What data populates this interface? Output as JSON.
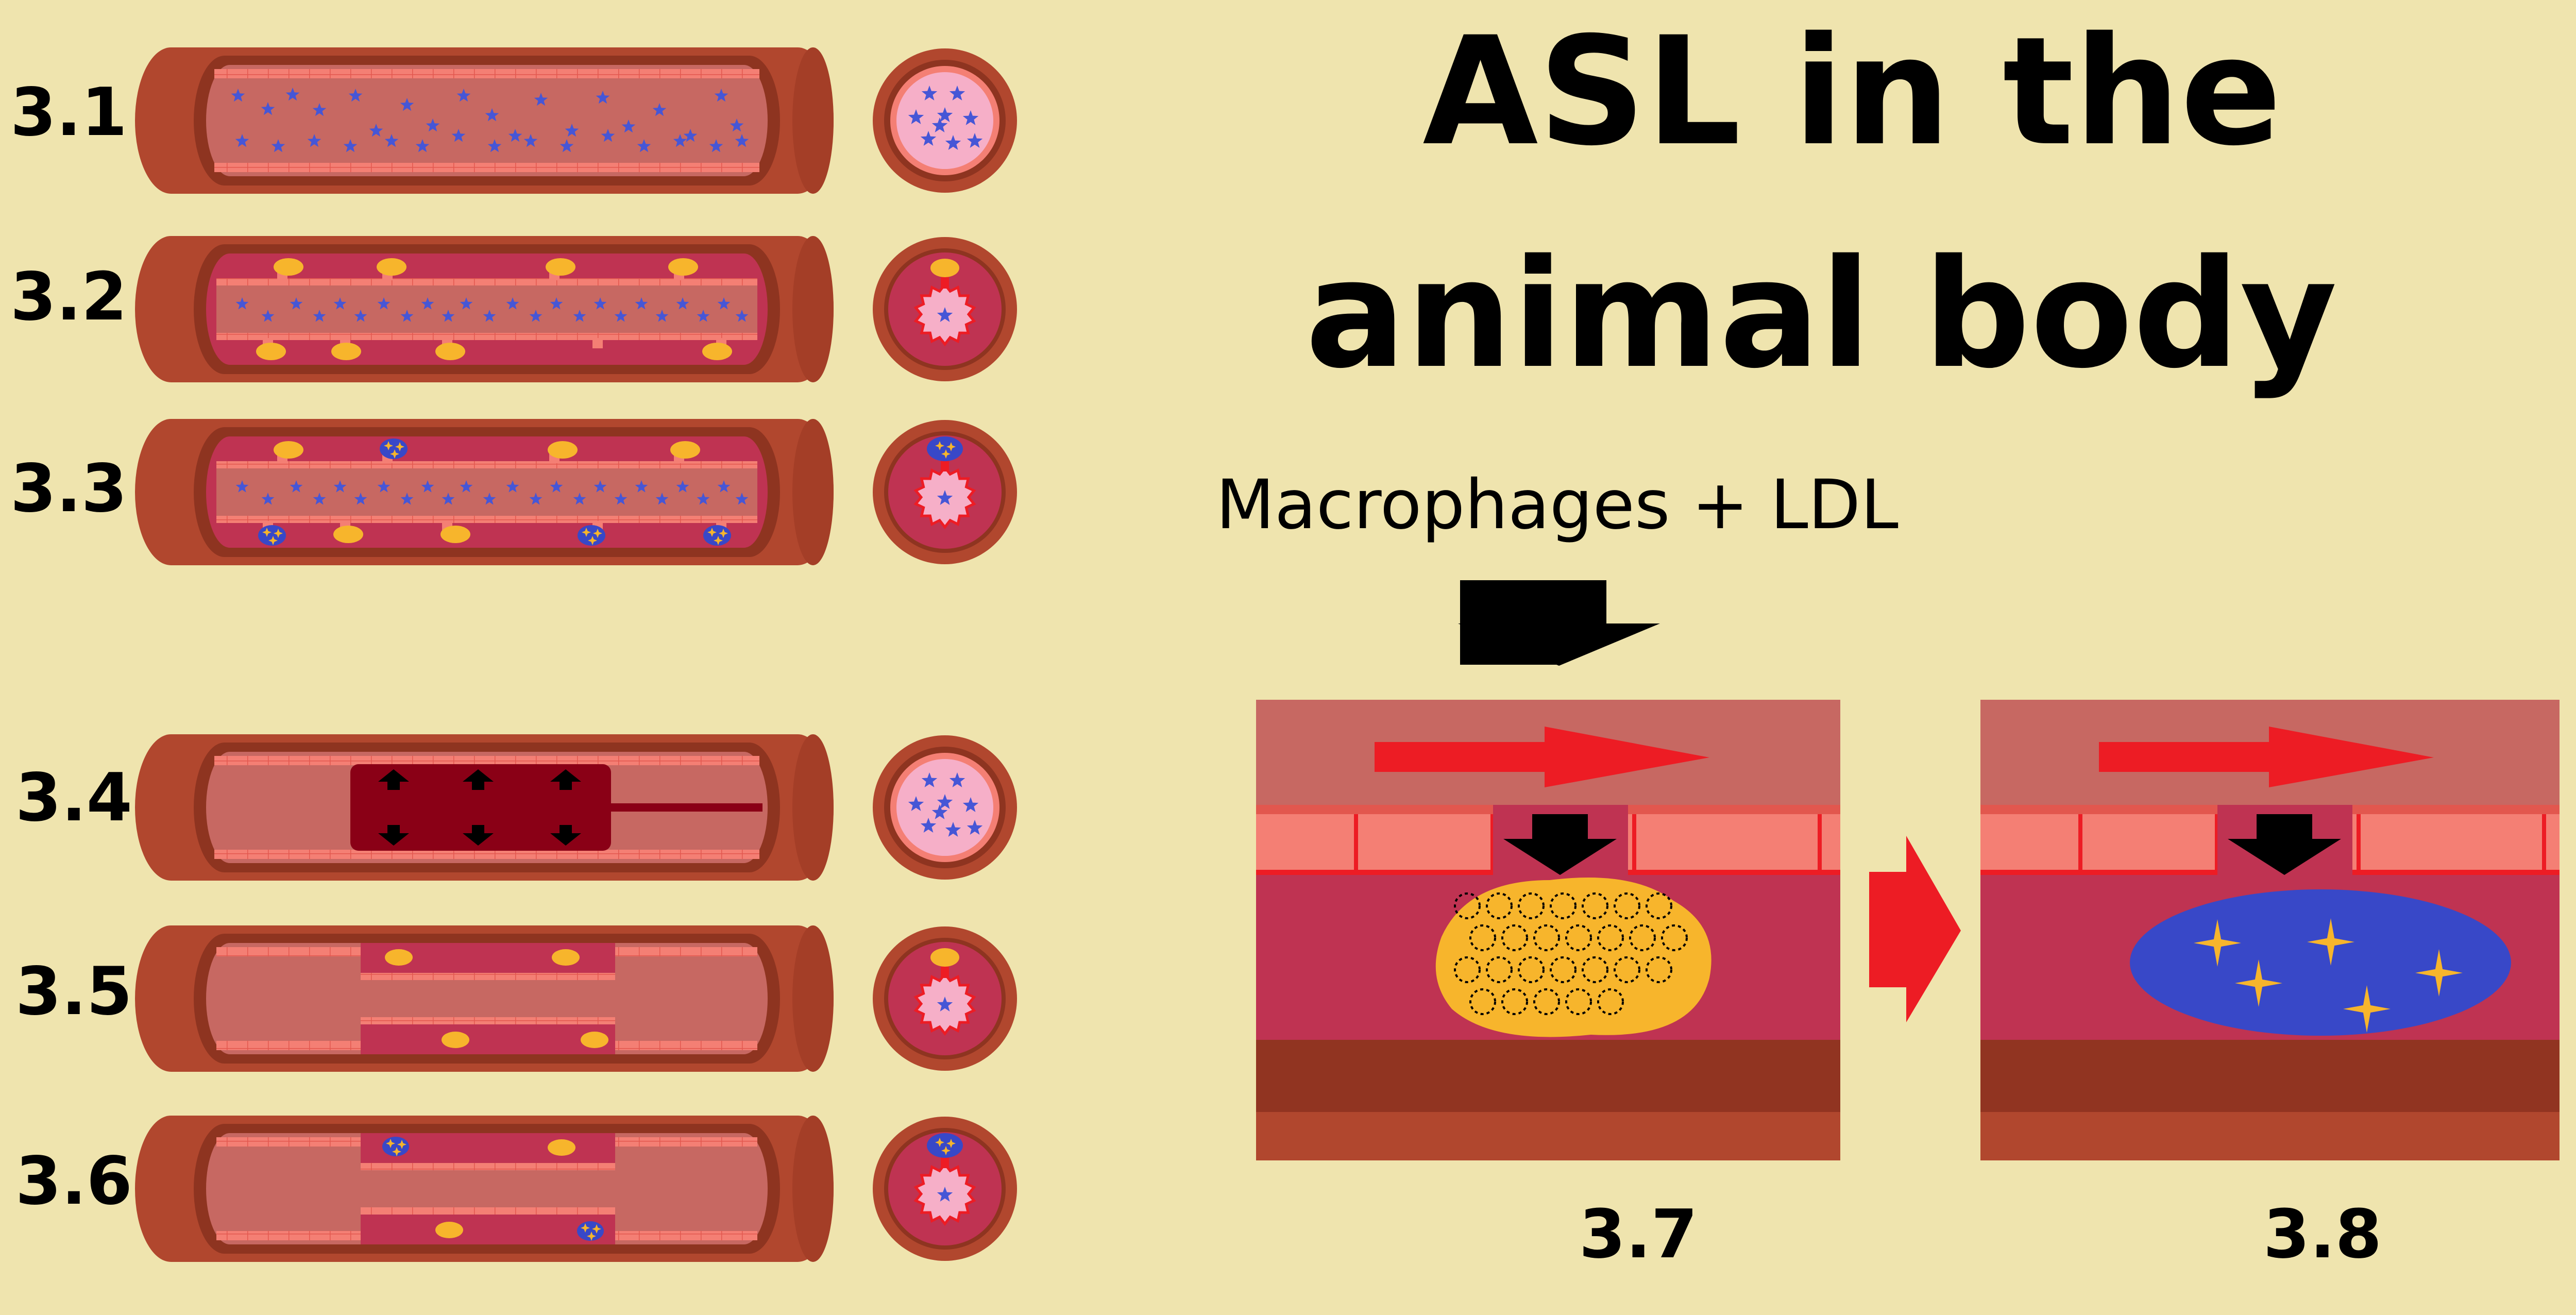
{
  "title": {
    "line1": "ASL in the",
    "line2": "animal body"
  },
  "subtitle": "Macrophages + LDL",
  "panels": [
    "3.1",
    "3.2",
    "3.3",
    "3.4",
    "3.5",
    "3.6"
  ],
  "figure_labels": {
    "left": "3.7",
    "right": "3.8"
  },
  "colors": {
    "background": "#EFE4AE",
    "vessel_outer": "#B1472E",
    "vessel_wall": "#BF3352",
    "lumen": "#C76862",
    "intima": "#F47F74",
    "ldl_star": "#4656D6",
    "macrophage": "#F7B52C",
    "foam_cell": "#3848C8",
    "clot": "#8A0016",
    "arrow_red": "#ED1C24",
    "arrow_black": "#000000"
  }
}
